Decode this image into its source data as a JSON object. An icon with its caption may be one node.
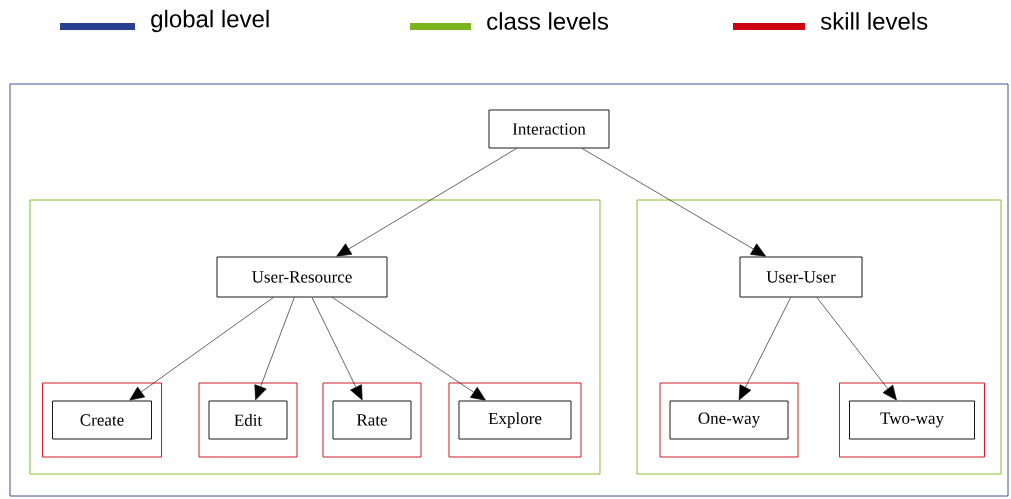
{
  "diagram": {
    "nodes": [
      {
        "text": [],
        "shape": "box"
      },
      {
        "text": [
          "Interaction"
        ],
        "in": 0
      },
      {
        "text": [],
        "shape": "box",
        "in": 0
      },
      {
        "text": [
          "User-Resource"
        ],
        "in": 2
      },
      {
        "text": [],
        "shape": "box",
        "in": 2
      },
      {
        "text": [
          "Create"
        ],
        "in": 4
      },
      {
        "text": [],
        "shape": "box",
        "in": 2
      },
      {
        "text": [
          "Edit"
        ],
        "in": 6
      },
      {
        "text": [],
        "shape": "box",
        "in": 2
      },
      {
        "text": [
          "Rate"
        ],
        "in": 8
      },
      {
        "text": [],
        "shape": "box",
        "in": 2
      },
      {
        "text": [
          "Explore"
        ],
        "in": 10
      },
      {
        "text": [],
        "shape": "box",
        "in": 0
      },
      {
        "text": [
          "User-User"
        ],
        "in": 12
      },
      {
        "text": [],
        "shape": "box",
        "in": 12
      },
      {
        "text": [
          "One-way"
        ],
        "in": 14
      },
      {
        "text": [],
        "shape": "box",
        "in": 12
      },
      {
        "text": [
          "Two-way"
        ],
        "in": 16
      }
    ],
    "edges": [
      {
        "from": 1,
        "to": 3,
        "arrow": "to"
      },
      {
        "from": 1,
        "to": 13,
        "arrow": "to"
      },
      {
        "from": 3,
        "to": 5,
        "arrow": "to"
      },
      {
        "from": 3,
        "to": 7,
        "arrow": "to"
      },
      {
        "from": 3,
        "to": 9,
        "arrow": "to"
      },
      {
        "from": 3,
        "to": 11,
        "arrow": "to"
      },
      {
        "from": 13,
        "to": 15,
        "arrow": "to"
      },
      {
        "from": 13,
        "to": 17,
        "arrow": "to"
      }
    ],
    "legend": [
      {
        "text": "global level",
        "color": "#2b3f8f"
      },
      {
        "text": "class levels",
        "color": "#7ab51d"
      },
      {
        "text": "skill levels",
        "color": "#cc0011"
      }
    ]
  }
}
